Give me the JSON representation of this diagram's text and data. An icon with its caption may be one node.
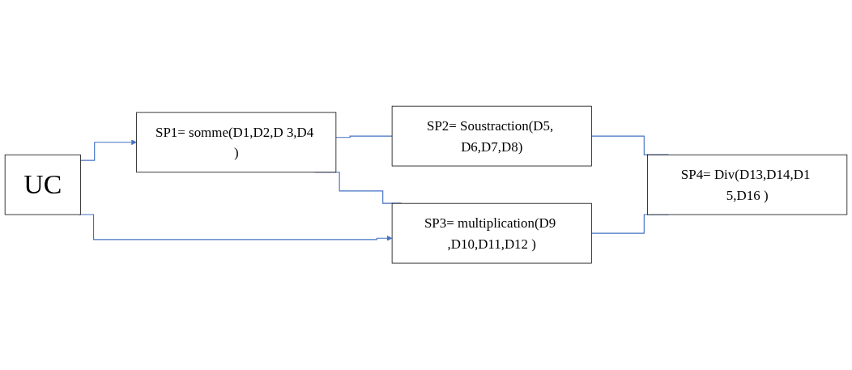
{
  "diagram": {
    "nodes": [
      {
        "text": [
          "UC"
        ]
      },
      {
        "text": [
          "SP1= somme(D1,D2,D 3,D4 )"
        ]
      },
      {
        "text": [
          "SP2= Soustraction(D5, D6,D7,D8)"
        ]
      },
      {
        "text": [
          "SP3= multiplication(D9 ,D10,D11,D12 )"
        ]
      },
      {
        "text": [
          "SP4= Div(D13,D14,D1 5,D16 )"
        ]
      }
    ],
    "edges": [
      {
        "from": 0,
        "to": 1,
        "arrow": "to"
      },
      {
        "from": 0,
        "to": 3,
        "arrow": "to"
      },
      {
        "from": 1,
        "to": 2,
        "arrow": "none"
      },
      {
        "from": 1,
        "to": 3,
        "arrow": "none"
      },
      {
        "from": 2,
        "to": 4,
        "arrow": "none"
      },
      {
        "from": 3,
        "to": 4,
        "arrow": "none"
      }
    ]
  }
}
